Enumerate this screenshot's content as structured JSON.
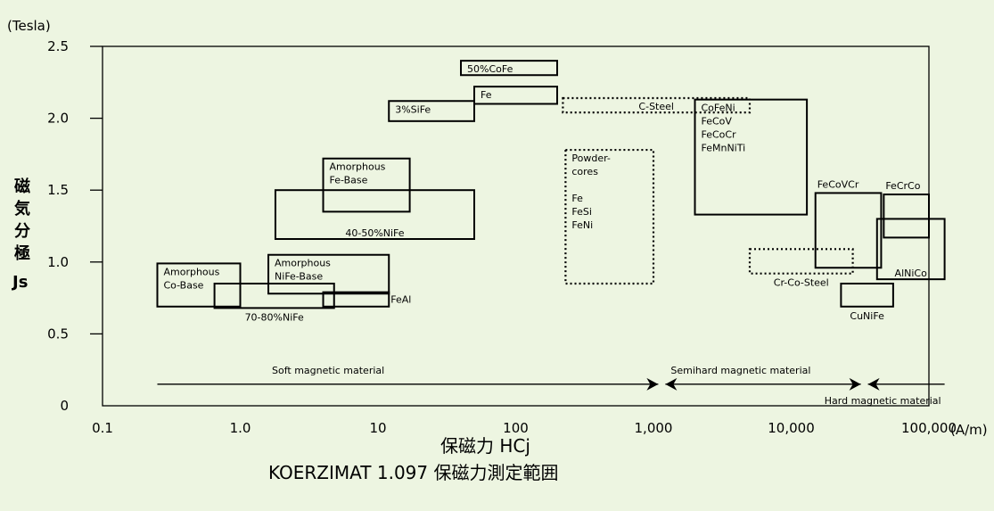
{
  "colors": {
    "background": "#edf5e1",
    "ink": "#000000"
  },
  "chart_data": {
    "type": "range-boxes",
    "title": "KOERZIMAT 1.097  保磁力測定範囲",
    "xlabel": "保磁力  HCj",
    "x_unit": "(A/m)",
    "ylabel_chars": [
      "磁",
      "気",
      "分",
      "極"
    ],
    "ylabel_symbol": "Js",
    "y_unit": "(Tesla)",
    "x_scale": "log",
    "xlim": [
      0.1,
      100000
    ],
    "ylim": [
      0,
      2.5
    ],
    "x_ticks": [
      {
        "value": 0.1,
        "label": "0.1"
      },
      {
        "value": 1,
        "label": "1.0"
      },
      {
        "value": 10,
        "label": "10"
      },
      {
        "value": 100,
        "label": "100"
      },
      {
        "value": 1000,
        "label": "1,000"
      },
      {
        "value": 10000,
        "label": "10,000"
      },
      {
        "value": 100000,
        "label": "100,000"
      }
    ],
    "y_ticks": [
      {
        "value": 0,
        "label": "0"
      },
      {
        "value": 0.5,
        "label": "0.5"
      },
      {
        "value": 1.0,
        "label": "1.0"
      },
      {
        "value": 1.5,
        "label": "1.5"
      },
      {
        "value": 2.0,
        "label": "2.0"
      },
      {
        "value": 2.5,
        "label": "2.5"
      }
    ],
    "grid": false,
    "regions": [
      {
        "name": "50%CoFe",
        "hc": [
          40,
          200
        ],
        "js": [
          2.3,
          2.4
        ],
        "dotted": false,
        "label": [
          "50%CoFe"
        ],
        "label_at": "inside-top"
      },
      {
        "name": "Fe",
        "hc": [
          50,
          200
        ],
        "js": [
          2.1,
          2.22
        ],
        "dotted": false,
        "label": [
          "Fe"
        ],
        "label_at": "inside-top"
      },
      {
        "name": "3%SiFe",
        "hc": [
          12,
          50
        ],
        "js": [
          1.98,
          2.12
        ],
        "dotted": false,
        "label": [
          "3%SiFe"
        ],
        "label_at": "inside-top"
      },
      {
        "name": "C-Steel",
        "hc": [
          220,
          5000
        ],
        "js": [
          2.04,
          2.14
        ],
        "dotted": true,
        "label": [
          "C-Steel"
        ],
        "label_at": "inside-bottom"
      },
      {
        "name": "CoFeNi group",
        "hc": [
          2000,
          13000
        ],
        "js": [
          1.33,
          2.13
        ],
        "dotted": false,
        "label": [
          "CoFeNi",
          "FeCoV",
          "FeCoCr",
          "FeMnNiTi"
        ],
        "label_at": "inside-top"
      },
      {
        "name": "Amorphous Fe-Base",
        "hc": [
          4,
          17
        ],
        "js": [
          1.35,
          1.72
        ],
        "dotted": false,
        "label": [
          "Amorphous",
          "Fe-Base"
        ],
        "label_at": "inside-top"
      },
      {
        "name": "40-50%NiFe",
        "hc": [
          1.8,
          50
        ],
        "js": [
          1.16,
          1.5
        ],
        "dotted": false,
        "label": [
          "40-50%NiFe"
        ],
        "label_at": "inside-bottom"
      },
      {
        "name": "Powder-cores",
        "hc": [
          230,
          1000
        ],
        "js": [
          0.85,
          1.78
        ],
        "dotted": true,
        "label": [
          "Powder-",
          "cores",
          "",
          "Fe",
          "FeSi",
          "FeNi"
        ],
        "label_at": "inside-top"
      },
      {
        "name": "FeCoVCr",
        "hc": [
          15000,
          45000
        ],
        "js": [
          0.96,
          1.48
        ],
        "dotted": false,
        "label": [
          "FeCoVCr"
        ],
        "label_at": "above"
      },
      {
        "name": "FeCrCo",
        "hc": [
          47000,
          100000
        ],
        "js": [
          1.17,
          1.47
        ],
        "dotted": false,
        "label": [
          "FeCrCo"
        ],
        "label_at": "above"
      },
      {
        "name": "AlNiCo",
        "hc": [
          42000,
          130000
        ],
        "js": [
          0.88,
          1.3
        ],
        "dotted": false,
        "label": [
          "AlNiCo"
        ],
        "label_at": "inside-bottom"
      },
      {
        "name": "Cr-Co-Steel",
        "hc": [
          5000,
          28000
        ],
        "js": [
          0.92,
          1.09
        ],
        "dotted": true,
        "label": [
          "Cr-Co-Steel"
        ],
        "label_at": "below"
      },
      {
        "name": "CuNiFe",
        "hc": [
          23000,
          55000
        ],
        "js": [
          0.69,
          0.85
        ],
        "dotted": false,
        "label": [
          "CuNiFe"
        ],
        "label_at": "below"
      },
      {
        "name": "Amorphous Co-Base",
        "hc": [
          0.25,
          1
        ],
        "js": [
          0.69,
          0.99
        ],
        "dotted": false,
        "label": [
          "Amorphous",
          "Co-Base"
        ],
        "label_at": "inside-top"
      },
      {
        "name": "Amorphous NiFe-Base",
        "hc": [
          1.6,
          12
        ],
        "js": [
          0.78,
          1.05
        ],
        "dotted": false,
        "label": [
          "Amorphous",
          "NiFe-Base"
        ],
        "label_at": "inside-top"
      },
      {
        "name": "70-80%NiFe",
        "hc": [
          0.65,
          4.8
        ],
        "js": [
          0.68,
          0.85
        ],
        "dotted": false,
        "label": [
          "70-80%NiFe"
        ],
        "label_at": "below"
      },
      {
        "name": "FeAl",
        "hc": [
          4,
          12
        ],
        "js": [
          0.69,
          0.79
        ],
        "dotted": false,
        "label": [
          "FeAl"
        ],
        "label_at": "right"
      }
    ],
    "ranges": [
      {
        "name": "soft",
        "label": "Soft magnetic material",
        "from": 0.25,
        "to": 1150
      },
      {
        "name": "semihard",
        "label": "Semihard magnetic material",
        "from": 1150,
        "to": 34000
      },
      {
        "name": "hard",
        "label": "Hard magnetic material",
        "from": 34000,
        "to": 130000
      }
    ],
    "range_y": 0.15
  }
}
